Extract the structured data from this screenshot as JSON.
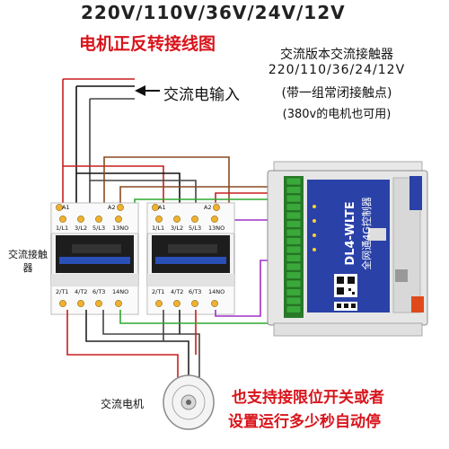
{
  "header": {
    "voltages": "220V/110V/36V/24V/12V",
    "subtitle": "电机正反转接线图"
  },
  "controller_text": {
    "title": "交流版本交流接触器",
    "voltages": "220/110/36/24/12V",
    "note1": "(带一组常闭接触点)",
    "note2": "(380v的电机也可用)"
  },
  "ac_input_label": "交流电输入",
  "contactor_label": "交流接触器",
  "motor_label": "交流电机",
  "contactor_terminals": {
    "top": [
      "A1",
      "1/L1",
      "3/L2",
      "5/L3",
      "13NO"
    ],
    "coil": "A2",
    "bottom": [
      "2/T1",
      "4/T2",
      "6/T3",
      "14NO"
    ]
  },
  "module": {
    "model": "DL4-WLTE",
    "subtitle": "全网通4G控制器"
  },
  "promo": {
    "line1": "也支持接限位开关或者",
    "line2": "设置运行多少秒自动停"
  },
  "colors": {
    "red_title": "#d8141b",
    "module_blue": "#2a41a8",
    "wire_purple": "#a030c8",
    "wire_green": "#2ea82e",
    "wire_red": "#c81e1e",
    "wire_brown": "#8a4a20"
  }
}
